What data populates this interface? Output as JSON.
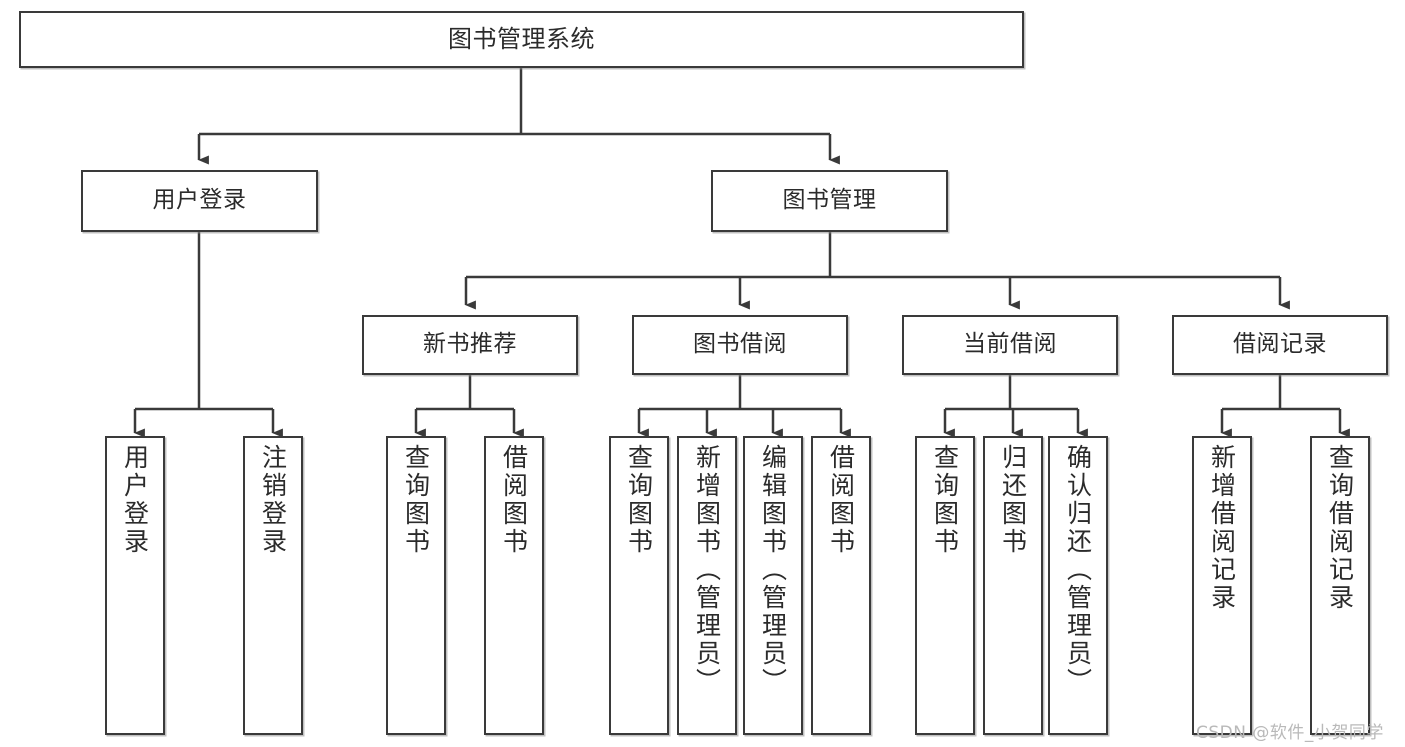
{
  "diagram": {
    "title": "图书管理系统",
    "type": "tree-hierarchy-diagram",
    "background_color": "#ffffff",
    "line_color": "#3a3a3a",
    "box_border_color": "#3a3a3a",
    "text_color": "#2b2b2b"
  },
  "nodes": {
    "root": {
      "label": "图书管理系统"
    },
    "level2": [
      {
        "label": "用户登录"
      },
      {
        "label": "图书管理"
      }
    ],
    "level3": [
      {
        "label": "新书推荐"
      },
      {
        "label": "图书借阅"
      },
      {
        "label": "当前借阅"
      },
      {
        "label": "借阅记录"
      }
    ],
    "leaves": {
      "user_login": [
        {
          "label": "用户登录"
        },
        {
          "label": "注销登录"
        }
      ],
      "new_book_recommend": [
        {
          "label": "查询图书"
        },
        {
          "label": "借阅图书"
        }
      ],
      "book_borrow": [
        {
          "label": "查询图书"
        },
        {
          "label": "新增图书（管理员）"
        },
        {
          "label": "编辑图书（管理员）"
        },
        {
          "label": "借阅图书"
        }
      ],
      "current_borrow": [
        {
          "label": "查询图书"
        },
        {
          "label": "归还图书"
        },
        {
          "label": "确认归还（管理员）"
        }
      ],
      "borrow_record": [
        {
          "label": "新增借阅记录"
        },
        {
          "label": "查询借阅记录"
        }
      ]
    }
  },
  "watermark": {
    "text": "CSDN @软件_小贺同学"
  }
}
